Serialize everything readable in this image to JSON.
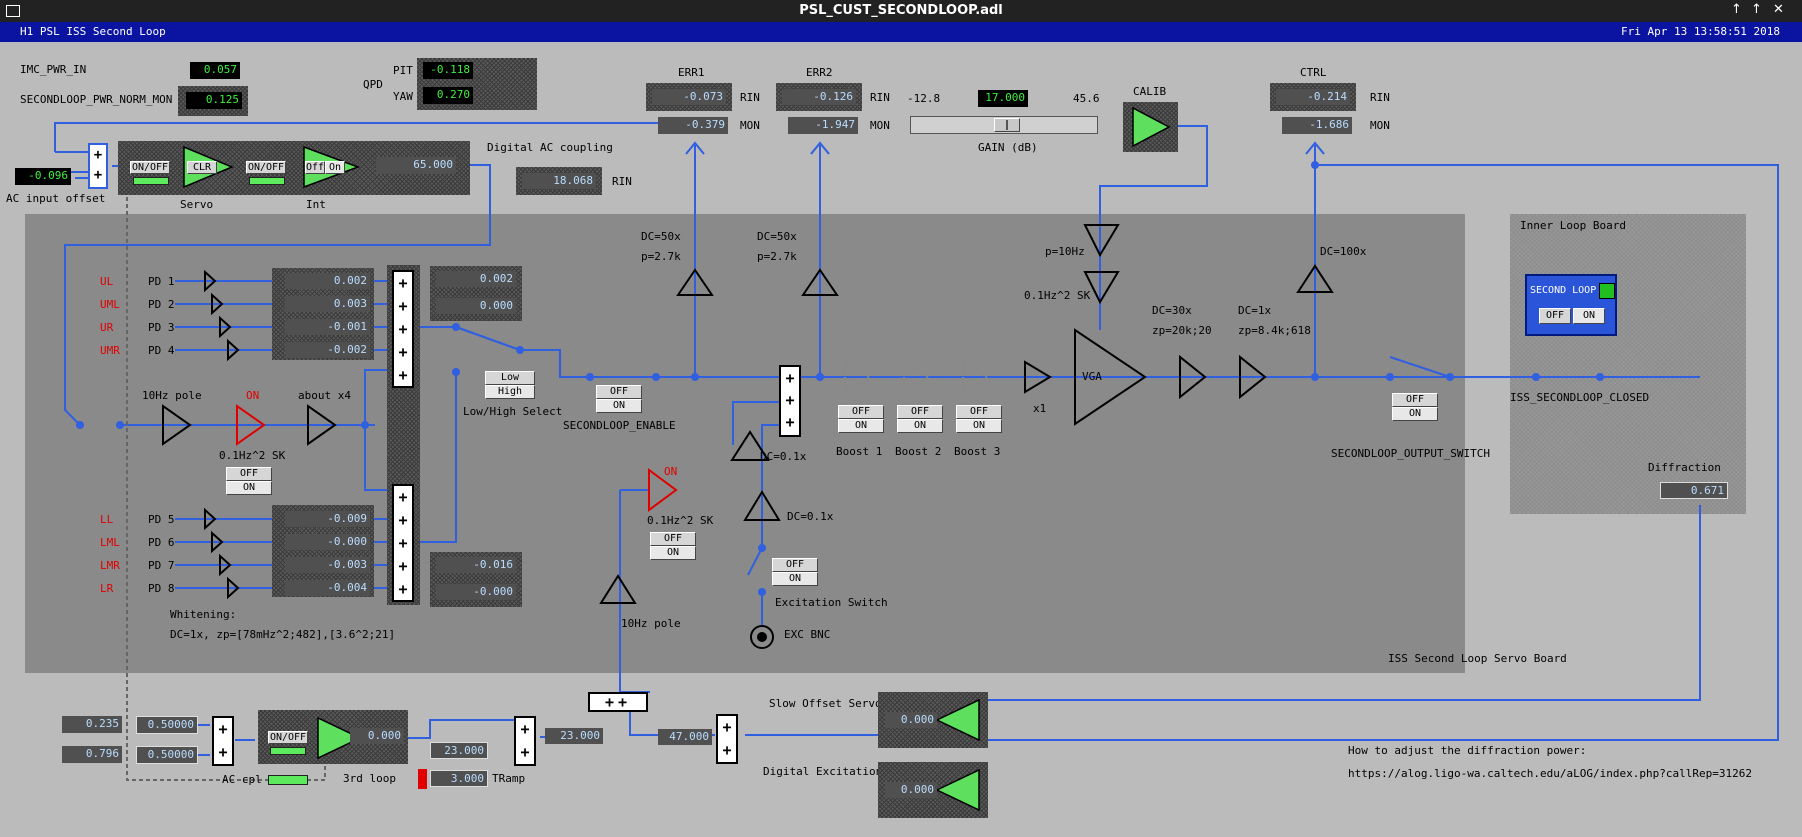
{
  "window": {
    "title": "PSL_CUST_SECONDLOOP.adl"
  },
  "header": {
    "left": "H1 PSL ISS Second Loop",
    "datetime": "Fri Apr 13 13:58:51 2018"
  },
  "colors": {
    "wire": "#3060e0",
    "board": "#8a8a8a",
    "header_bar": "#0a14a0",
    "amp_green": "#5ee05e",
    "amp_red": "#e00000"
  },
  "top": {
    "imc_pwr_in": {
      "label": "IMC_PWR_IN",
      "value": "0.057"
    },
    "norm_mon": {
      "label": "SECONDLOOP_PWR_NORM_MON",
      "value": "0.125"
    },
    "qpd": {
      "label": "QPD",
      "pit_label": "PIT",
      "pit": "-0.118",
      "yaw_label": "YAW",
      "yaw": "0.270"
    },
    "ac_offset": {
      "value": "-0.096",
      "label": "AC input offset"
    },
    "servo": {
      "onoff": "ON/OFF",
      "clr": "CLR",
      "label": "Servo"
    },
    "int": {
      "onoff": "ON/OFF",
      "off": "Off",
      "on": "On",
      "label": "Int",
      "value": "65.000"
    },
    "digital_ac": {
      "label": "Digital AC coupling",
      "value": "18.068",
      "rin": "RIN"
    },
    "err1": {
      "label": "ERR1",
      "rin": "-0.073",
      "mon": "-0.379",
      "rin_label": "RIN",
      "mon_label": "MON"
    },
    "err2": {
      "label": "ERR2",
      "rin": "-0.126",
      "mon": "-1.947",
      "rin_label": "RIN",
      "mon_label": "MON"
    },
    "gain": {
      "min": "-12.8",
      "value": "17.000",
      "max": "45.6",
      "label": "GAIN (dB)",
      "level": 0.52
    },
    "calib": {
      "label": "CALIB"
    },
    "ctrl": {
      "label": "CTRL",
      "rin": "-0.214",
      "mon": "-1.686",
      "rin_label": "RIN",
      "mon_label": "MON"
    }
  },
  "board": {
    "title": "ISS Second Loop Servo Board",
    "pd_top": [
      {
        "name": "UL",
        "pd": "PD 1",
        "value": "0.002"
      },
      {
        "name": "UML",
        "pd": "PD 2",
        "value": "0.003"
      },
      {
        "name": "UR",
        "pd": "PD 3",
        "value": "-0.001"
      },
      {
        "name": "UMR",
        "pd": "PD 4",
        "value": "-0.002"
      }
    ],
    "pd_bottom": [
      {
        "name": "LL",
        "pd": "PD 5",
        "value": "-0.009"
      },
      {
        "name": "LML",
        "pd": "PD 6",
        "value": "-0.000"
      },
      {
        "name": "LMR",
        "pd": "PD 7",
        "value": "-0.003"
      },
      {
        "name": "LR",
        "pd": "PD 8",
        "value": "-0.004"
      }
    ],
    "sum_top": [
      "0.002",
      "0.000"
    ],
    "sum_bottom": [
      "-0.016",
      "-0.000"
    ],
    "pole10": "10Hz pole",
    "red_on": "ON",
    "about4": "about x4",
    "sk1": "0.1Hz^2 SK",
    "whitening1": "Whitening:",
    "whitening2": "DC=1x, zp=[78mHz^2;482],[3.6^2;21]",
    "lowhigh": {
      "low": "Low",
      "high": "High",
      "label": "Low/High Select"
    },
    "enable": {
      "off": "OFF",
      "on": "ON",
      "label": "SECONDLOOP_ENABLE"
    },
    "dc50a": "DC=50x",
    "p27a": "p=2.7k",
    "dc50b": "DC=50x",
    "p27b": "p=2.7k",
    "dc01a": "DC=0.1x",
    "dc01b": "DC=0.1x",
    "sk2": "0.1Hz^2 SK",
    "red_on2": "ON",
    "pole10b": "10Hz pole",
    "exc_switch": "Excitation Switch",
    "exc_bnc": "EXC BNC",
    "boost": [
      "Boost 1",
      "Boost 2",
      "Boost 3"
    ],
    "off": "OFF",
    "on": "ON",
    "x1": "x1",
    "vga": "VGA",
    "p10": "p=10Hz",
    "sk3": "0.1Hz^2 SK",
    "dc30": "DC=30x",
    "zp20": "zp=20k;20",
    "dc1": "DC=1x",
    "zp84": "zp=8.4k;618",
    "dc100": "DC=100x",
    "output_switch": "SECONDLOOP_OUTPUT_SWITCH"
  },
  "inner": {
    "title": "Inner Loop Board",
    "second_loop": "SECOND LOOP",
    "off": "OFF",
    "on": "ON",
    "closed": "ISS_SECONDLOOP_CLOSED",
    "diffraction_label": "Diffraction",
    "diffraction": "0.671"
  },
  "bottom": {
    "in1": "0.235",
    "g1": "0.50000",
    "in2": "0.796",
    "g2": "0.50000",
    "onoff": "ON/OFF",
    "third_out": "0.000",
    "third_label": "3rd loop",
    "accpl": "AC cpl",
    "sum_out": "23.000",
    "tramp_a": "23.000",
    "tramp_b": "3.000",
    "tramp_label": "TRamp",
    "sum2_out": "47.000",
    "slow_label": "Slow Offset Servo",
    "slow_value": "0.000",
    "dexc_label": "Digital Excitation",
    "dexc_value": "0.000",
    "howto": "How to adjust the diffraction power:",
    "url": "https://alog.ligo-wa.caltech.edu/aLOG/index.php?callRep=31262"
  }
}
